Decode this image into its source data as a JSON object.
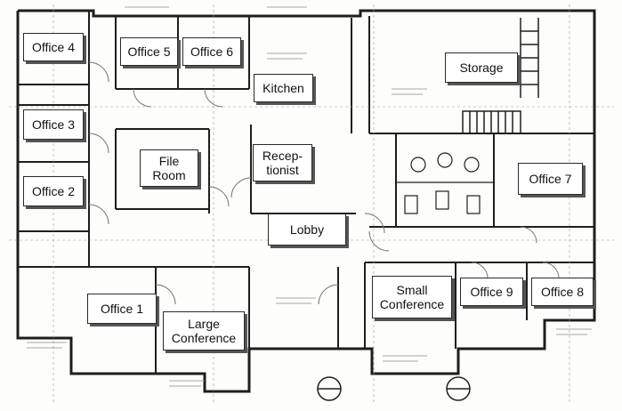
{
  "rooms": {
    "office_4": "Office 4",
    "office_5": "Office 5",
    "office_6": "Office 6",
    "kitchen": "Kitchen",
    "storage": "Storage",
    "office_3": "Office 3",
    "file_room": "File\nRoom",
    "receptionist": "Recep-\ntionist",
    "office_7": "Office 7",
    "office_2": "Office 2",
    "lobby": "Lobby",
    "small_conference": "Small\nConference",
    "office_9": "Office 9",
    "office_8": "Office 8",
    "office_1": "Office 1",
    "large_conference": "Large\nConference"
  },
  "colors": {
    "ink": "#1e1e1e",
    "faint_ink": "#777777",
    "label_bg": "#ffffff",
    "paper": "#fdfdfb"
  }
}
